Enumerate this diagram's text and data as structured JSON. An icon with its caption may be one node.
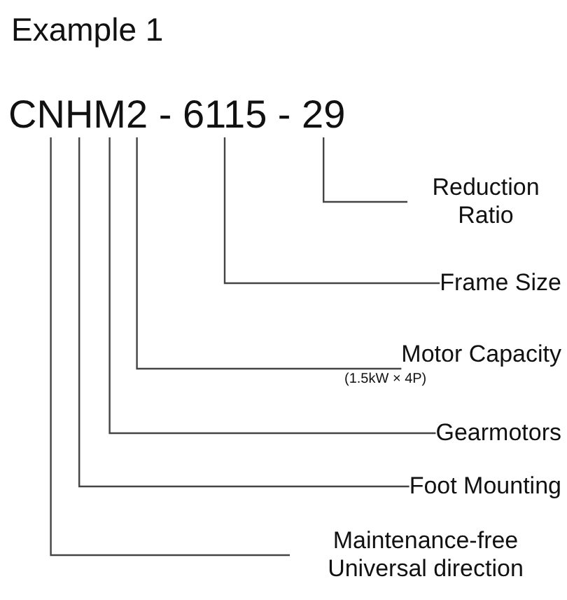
{
  "diagram": {
    "nodes": [
      {
        "text": [
          "CNHM2 - 6115 - 29"
        ]
      },
      {
        "text": [
          "Reduction Ratio"
        ]
      },
      {
        "text": [
          "Frame Size"
        ]
      },
      {
        "text": [
          "Motor Capacity"
        ],
        "beside": [
          "(1.5kW × 4P)"
        ]
      },
      {
        "text": [
          "Gearmotors"
        ]
      },
      {
        "text": [
          "Foot Mounting"
        ]
      },
      {
        "text": [
          "Maintenance-free Universal direction"
        ]
      }
    ],
    "edges": [
      {
        "from": 1,
        "to": 0,
        "arrow": "none"
      },
      {
        "from": 2,
        "to": 0,
        "arrow": "none"
      },
      {
        "from": 3,
        "to": 0,
        "arrow": "none"
      },
      {
        "from": 4,
        "to": 0,
        "arrow": "none"
      },
      {
        "from": 5,
        "to": 0,
        "arrow": "none"
      },
      {
        "from": 6,
        "to": 0,
        "arrow": "none"
      }
    ],
    "labels": [
      "Example 1"
    ]
  }
}
